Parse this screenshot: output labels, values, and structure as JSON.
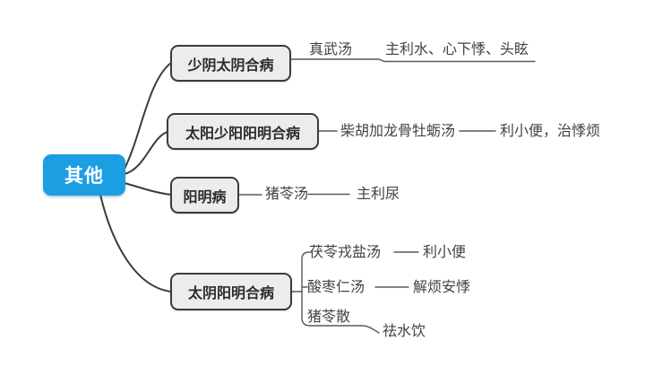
{
  "root": {
    "label": "其他"
  },
  "colors": {
    "root_bg": "#1b9ee2",
    "root_text": "#ffffff",
    "branch_bg": "#ececec",
    "branch_border": "#3b3b3b",
    "leaf_text": "#424242",
    "line": "#595959"
  },
  "branches": [
    {
      "label": "少阴太阴合病",
      "children": [
        {
          "label": "真武汤",
          "children": [
            {
              "label": "主利水、心下悸、头眩"
            }
          ]
        }
      ]
    },
    {
      "label": "太阳少阳阳明合病",
      "children": [
        {
          "label": "柴胡加龙骨牡蛎汤",
          "children": [
            {
              "label": "利小便，治悸烦"
            }
          ]
        }
      ]
    },
    {
      "label": "阳明病",
      "children": [
        {
          "label": "猪苓汤",
          "children": [
            {
              "label": "主利尿"
            }
          ]
        }
      ]
    },
    {
      "label": "太阴阳明合病",
      "children": [
        {
          "label": "茯苓戎盐汤",
          "children": [
            {
              "label": "利小便"
            }
          ]
        },
        {
          "label": "酸枣仁汤",
          "children": [
            {
              "label": "解烦安悸"
            }
          ]
        },
        {
          "label": "猪苓散",
          "children": [
            {
              "label": "祛水饮"
            }
          ]
        }
      ]
    }
  ]
}
